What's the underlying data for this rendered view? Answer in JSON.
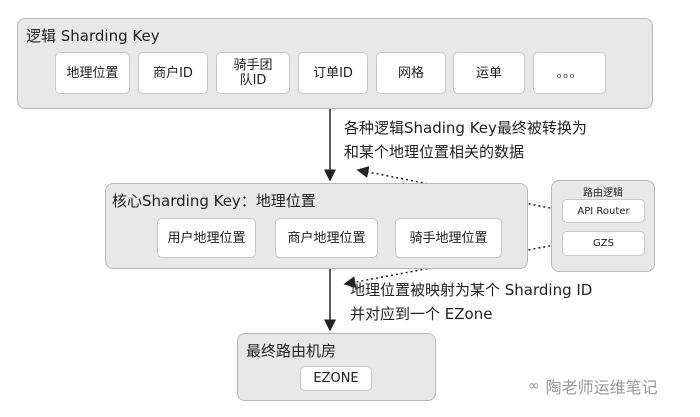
{
  "logical": {
    "title": "逻辑 Sharding Key",
    "items": [
      "地理位置",
      "商户ID",
      "骑手团队ID",
      "订单ID",
      "网格",
      "运单",
      "。。。"
    ]
  },
  "note1": {
    "line1": "各种逻辑Shading Key最终被转换为",
    "line2": "和某个地理位置相关的数据"
  },
  "core": {
    "title": "核心Sharding Key：地理位置",
    "items": [
      "用户地理位置",
      "商户地理位置",
      "骑手地理位置"
    ]
  },
  "routing": {
    "title": "路由逻辑",
    "items": [
      "API Router",
      "GZS"
    ]
  },
  "note2": {
    "line1": "地理位置被映射为某个 Sharding ID",
    "line2": "并对应到一个 EZone"
  },
  "final": {
    "title": "最终路由机房",
    "item": "EZONE"
  },
  "watermark": "陶老师运维笔记"
}
